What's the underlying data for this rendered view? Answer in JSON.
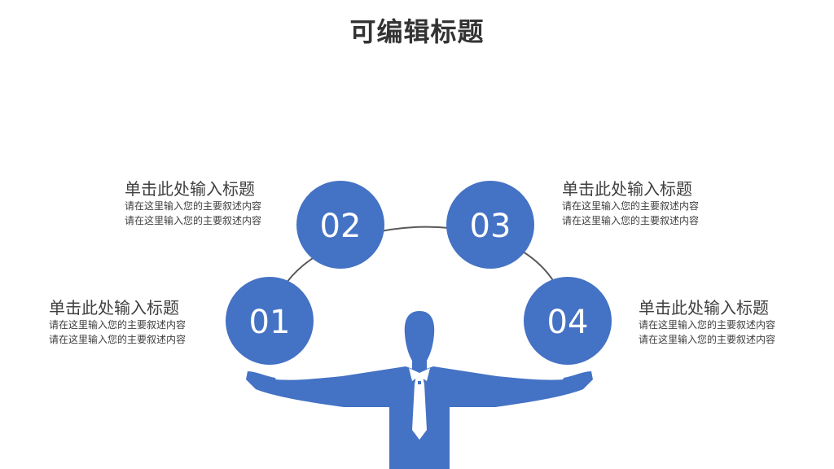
{
  "slide": {
    "title": "可编辑标题"
  },
  "colors": {
    "accent": "#4472C4",
    "text": "#404040",
    "arc": "#595959"
  },
  "items": [
    {
      "number": "01",
      "heading": "单击此处输入标题",
      "line1": "请在这里输入您的主要叙述内容",
      "line2": "请在这里输入您的主要叙述内容"
    },
    {
      "number": "02",
      "heading": "单击此处输入标题",
      "line1": "请在这里输入您的主要叙述内容",
      "line2": "请在这里输入您的主要叙述内容"
    },
    {
      "number": "03",
      "heading": "单击此处输入标题",
      "line1": "请在这里输入您的主要叙述内容",
      "line2": "请在这里输入您的主要叙述内容"
    },
    {
      "number": "04",
      "heading": "单击此处输入标题",
      "line1": "请在这里输入您的主要叙述内容",
      "line2": "请在这里输入您的主要叙述内容"
    }
  ],
  "figure": {
    "icon": "businessman-silhouette-icon"
  }
}
